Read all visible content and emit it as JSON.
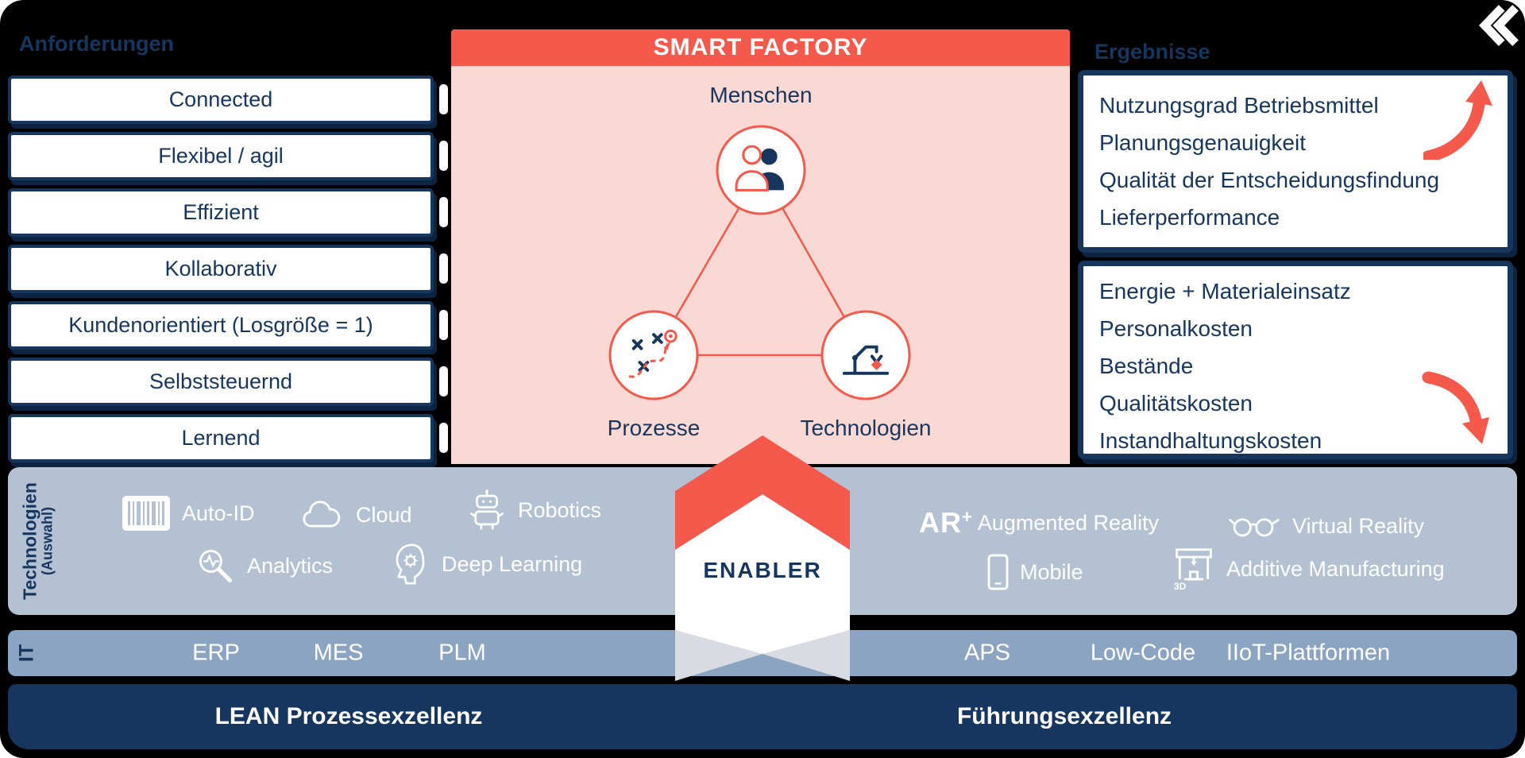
{
  "smart_factory": {
    "title": "SMART FACTORY"
  },
  "anforderungen": {
    "title": "Anforderungen",
    "items": [
      "Connected",
      "Flexibel / agil",
      "Effizient",
      "Kollaborativ",
      "Kundenorientiert (Losgröße = 1)",
      "Selbststeuernd",
      "Lernend"
    ]
  },
  "triangle": {
    "top_label": "Menschen",
    "left_label": "Prozesse",
    "right_label": "Technologien"
  },
  "ergebnisse": {
    "title": "Ergebnisse",
    "increase": {
      "items": [
        "Nutzungsgrad Betriebsmittel",
        "Planungsgenauigkeit",
        "Qualität der Entscheidungsfindung",
        "Lieferperformance"
      ]
    },
    "decrease": {
      "items": [
        "Energie + Materialeinsatz",
        "Personalkosten",
        "Bestände",
        "Qualitätskosten",
        "Instandhaltungskosten"
      ]
    }
  },
  "technology_band": {
    "label": "Technologien",
    "sublabel": "(Auswahl)",
    "auto_id": "Auto-ID",
    "cloud": "Cloud",
    "robotics": "Robotics",
    "analytics": "Analytics",
    "deep_learning": "Deep Learning",
    "ar_prefix": "AR",
    "ar_plus": "+",
    "augmented_reality": "Augmented Reality",
    "virtual_reality": "Virtual Reality",
    "mobile": "Mobile",
    "additive_manufacturing": "Additive Manufacturing",
    "printer_3d_text": "3D"
  },
  "enabler": {
    "label": "ENABLER"
  },
  "it_band": {
    "label": "IT",
    "items": [
      "ERP",
      "MES",
      "PLM",
      "APS",
      "Low-Code",
      "IIoT-Plattformen"
    ]
  },
  "foundation": {
    "lean": "LEAN Prozessexzellenz",
    "leadership": "Führungsexzellenz"
  },
  "colors": {
    "navy": "#17365D",
    "coral": "#F4594C",
    "pink": "#FAD9D4",
    "band_light": "#B4C1D2",
    "band_mid": "#8BA4C2",
    "foundation_navy": "#16355F",
    "ribbon_gray": "#D8DCE2",
    "white": "#FFFFFF"
  }
}
